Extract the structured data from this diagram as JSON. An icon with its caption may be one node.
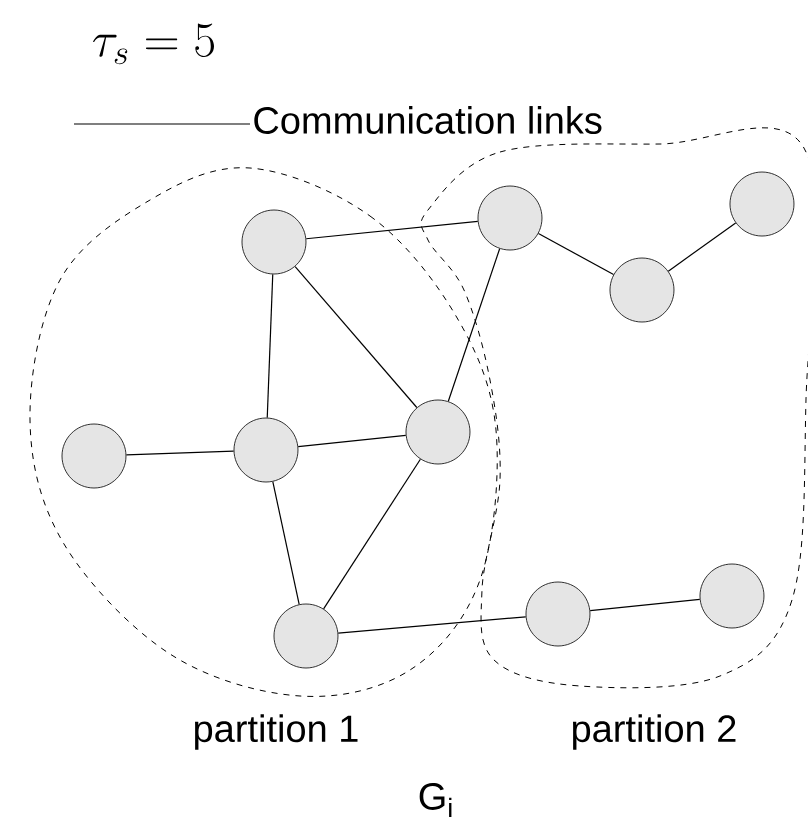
{
  "diagram": {
    "nodes": [
      {
        "text": [
          "partition 1"
        ]
      },
      {
        "text": [
          "partition 2"
        ]
      },
      {
        "text": [],
        "shape": "circle",
        "in": 0
      },
      {
        "text": [],
        "shape": "circle",
        "in": 1
      },
      {
        "text": [],
        "shape": "circle",
        "in": 1
      },
      {
        "text": [],
        "shape": "circle",
        "in": 1
      },
      {
        "text": [],
        "shape": "circle",
        "in": 0
      },
      {
        "text": [],
        "shape": "circle",
        "in": 0
      },
      {
        "text": [],
        "shape": "circle",
        "in": 0
      },
      {
        "text": [],
        "shape": "circle",
        "in": 0
      },
      {
        "text": [],
        "shape": "circle",
        "in": 1
      },
      {
        "text": [],
        "shape": "circle",
        "in": 1
      }
    ],
    "edges": [
      {
        "from": 2,
        "to": 3,
        "arrow": "none"
      },
      {
        "from": 3,
        "to": 4,
        "arrow": "none"
      },
      {
        "from": 4,
        "to": 5,
        "arrow": "none"
      },
      {
        "from": 2,
        "to": 7,
        "arrow": "none"
      },
      {
        "from": 2,
        "to": 8,
        "arrow": "none"
      },
      {
        "from": 3,
        "to": 8,
        "arrow": "none"
      },
      {
        "from": 6,
        "to": 7,
        "arrow": "none"
      },
      {
        "from": 7,
        "to": 8,
        "arrow": "none"
      },
      {
        "from": 7,
        "to": 9,
        "arrow": "none"
      },
      {
        "from": 8,
        "to": 9,
        "arrow": "none"
      },
      {
        "from": 9,
        "to": 10,
        "arrow": "none"
      },
      {
        "from": 10,
        "to": 11,
        "arrow": "none"
      }
    ],
    "labels": [
      "\\tau_s = 5",
      "G$_{i}$"
    ],
    "legend": [
      {
        "text": "Communication links"
      }
    ]
  }
}
